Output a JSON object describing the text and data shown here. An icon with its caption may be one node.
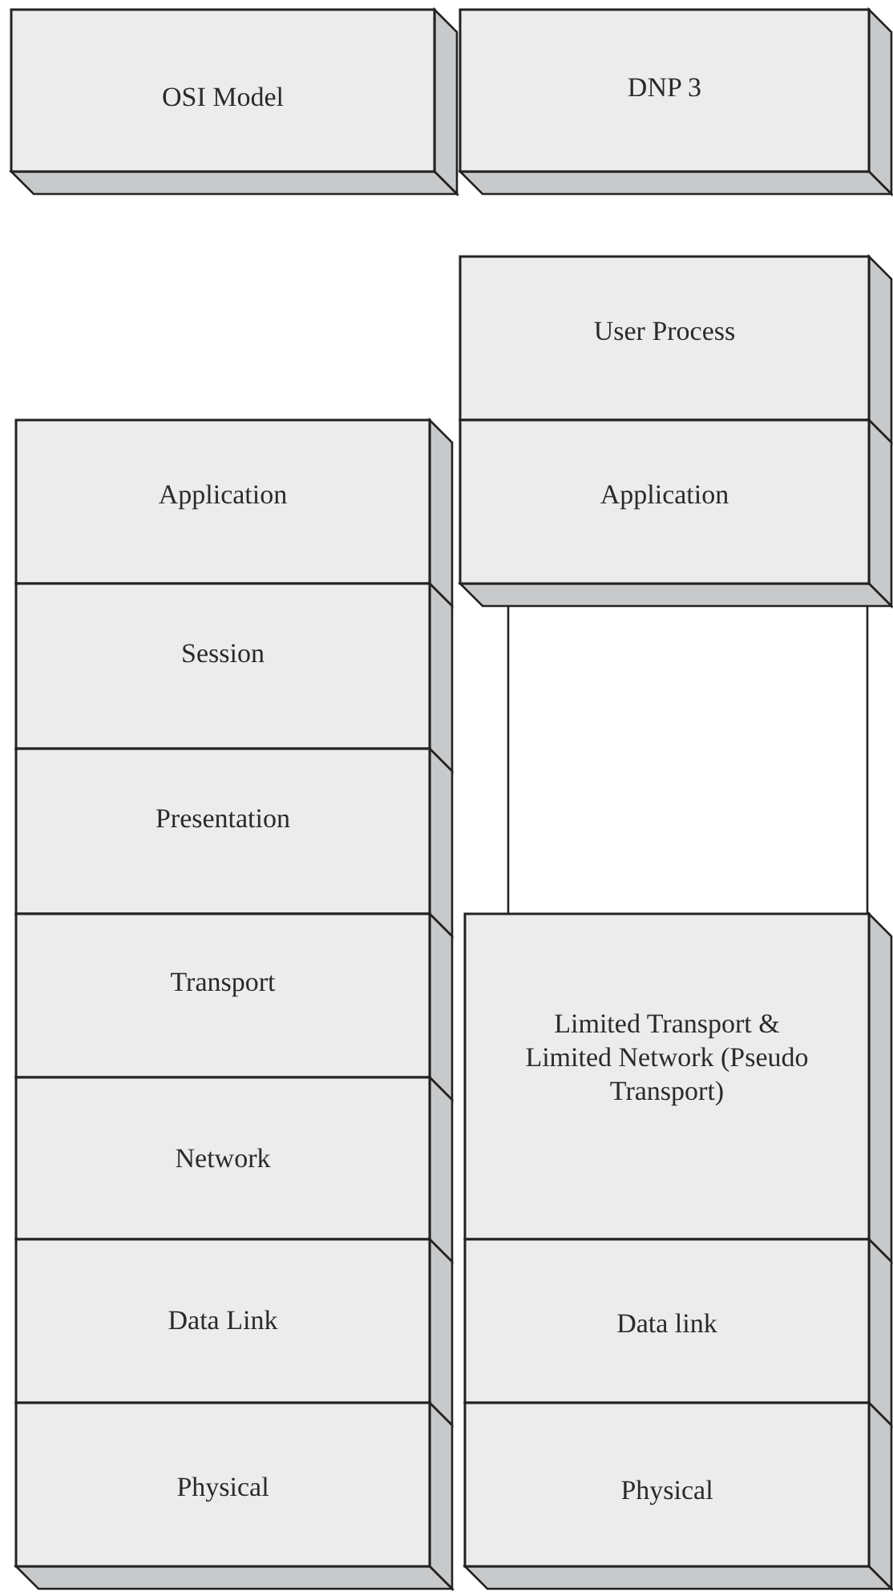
{
  "diagram": {
    "nodes": [
      {
        "text": [
          "OSI Model"
        ]
      },
      {
        "text": [
          "DNP 3"
        ]
      },
      {
        "text": [
          "User Process"
        ]
      },
      {
        "text": [
          "Application"
        ]
      },
      {
        "text": [
          "Application"
        ]
      },
      {
        "text": [
          "Session"
        ]
      },
      {
        "text": [
          "Presentation"
        ]
      },
      {
        "text": [
          "Transport"
        ]
      },
      {
        "text": [
          "Limited Transport & Limited Network (Pseudo Transport)"
        ]
      },
      {
        "text": [
          "Network"
        ]
      },
      {
        "text": [
          "Data Link"
        ]
      },
      {
        "text": [
          "Data link"
        ]
      },
      {
        "text": [
          "Physical"
        ]
      },
      {
        "text": [
          "Physical"
        ]
      }
    ],
    "edges": [
      {
        "from": 4,
        "to": 8,
        "arrow": "none"
      },
      {
        "from": 4,
        "to": 8,
        "arrow": "none"
      }
    ]
  }
}
